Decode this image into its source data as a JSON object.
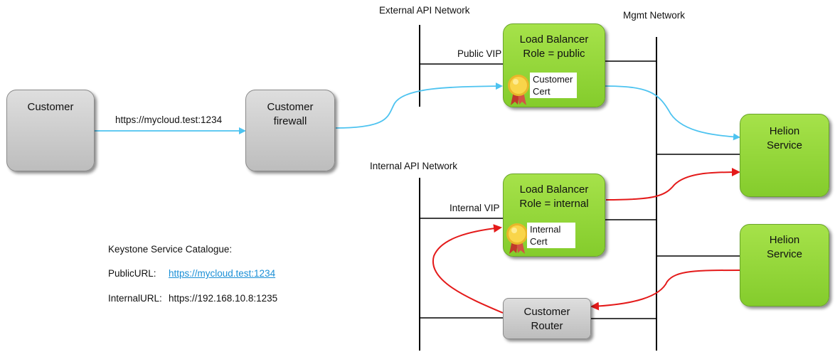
{
  "networks": {
    "external": "External API Network",
    "mgmt": "Mgmt Network",
    "internal": "Internal API Network"
  },
  "nodes": {
    "customer": "Customer",
    "firewall": [
      "Customer",
      "firewall"
    ],
    "lb_public": [
      "Load Balancer",
      "Role = public"
    ],
    "lb_internal": [
      "Load Balancer",
      "Role = internal"
    ],
    "helion_1": [
      "Helion",
      "Service"
    ],
    "helion_2": [
      "Helion",
      "Service"
    ],
    "router": [
      "Customer",
      "Router"
    ]
  },
  "vips": {
    "public": "Public VIP",
    "internal": "Internal VIP"
  },
  "certs": {
    "customer": [
      "Customer",
      "Cert"
    ],
    "internal": [
      "Internal",
      "Cert"
    ]
  },
  "edge_label": "https://mycloud.test:1234",
  "catalogue": {
    "title": "Keystone Service Catalogue:",
    "public_label": "PublicURL:",
    "public_url": "https://mycloud.test:1234",
    "internal_label": "InternalURL:",
    "internal_url": "https://192.168.10.8:1235"
  },
  "colors": {
    "public_flow": "#4dc3f0",
    "internal_flow": "#e41a1a",
    "gray_box": "#cfcfcf",
    "green_box": "#96d83c"
  }
}
